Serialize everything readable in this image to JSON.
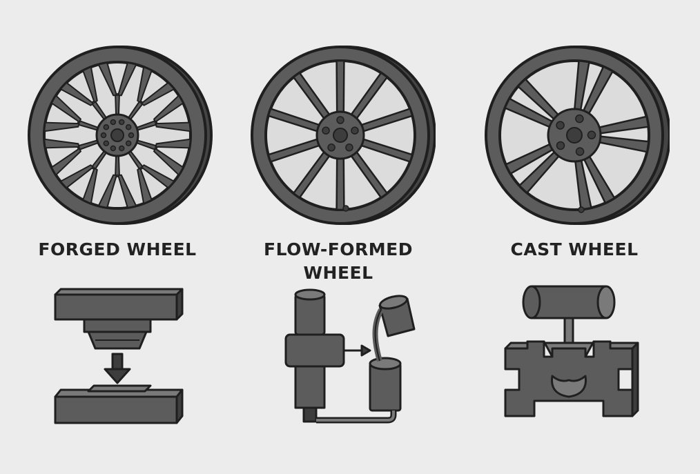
{
  "columns": [
    {
      "key": "forged",
      "label": "FORGED WHEEL"
    },
    {
      "key": "flow",
      "label": "FLOW-FORMED WHEEL"
    },
    {
      "key": "cast",
      "label": "CAST WHEEL"
    }
  ],
  "colors": {
    "background": "#ececec",
    "outline": "#1f1f1f",
    "body": "#5c5c5c",
    "body_dark": "#3d3d3d",
    "window": "#dcdcdc",
    "metal": "#7a7a7a"
  }
}
